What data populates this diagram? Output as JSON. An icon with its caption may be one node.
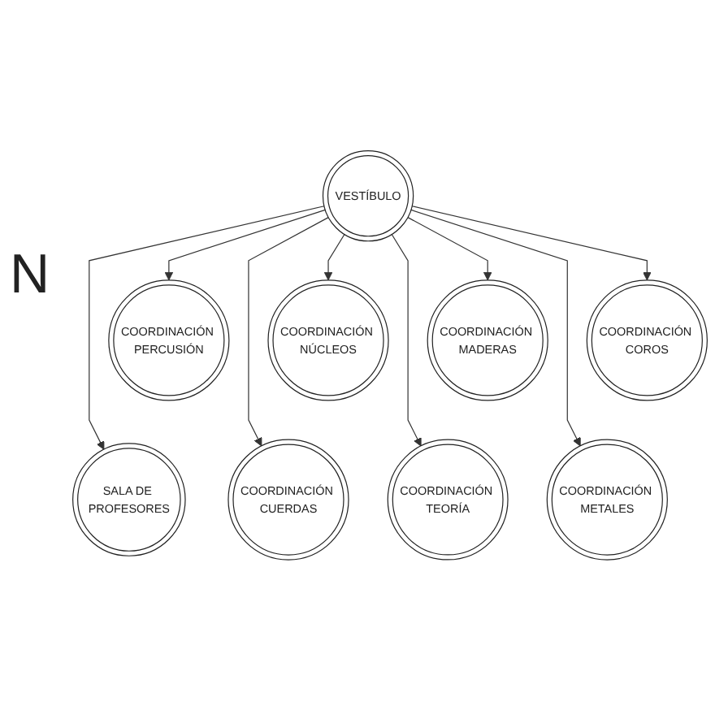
{
  "diagram": {
    "nodes": [
      {
        "text": [
          "VESTÍBULO"
        ]
      },
      {
        "text": [
          "COORDINACIÓN PERCUSIÓN"
        ]
      },
      {
        "text": [
          "COORDINACIÓN NÚCLEOS"
        ]
      },
      {
        "text": [
          "COORDINACIÓN TEORÍA"
        ]
      },
      {
        "text": [
          "COORDINACIÓN METALES"
        ]
      },
      {
        "text": [
          "SALA DE PROFESORES"
        ]
      },
      {
        "text": [
          "COORDINACIÓN CUERDAS"
        ]
      },
      {
        "text": [
          "COORDINACIÓN MADERAS"
        ]
      },
      {
        "text": [
          "COORDINACIÓN COROS"
        ]
      }
    ],
    "edges": [
      {
        "from": 0,
        "to": 1,
        "arrow": "to"
      },
      {
        "from": 0,
        "to": 2,
        "arrow": "to"
      },
      {
        "from": 0,
        "to": 3,
        "arrow": "to"
      },
      {
        "from": 0,
        "to": 4,
        "arrow": "to"
      },
      {
        "from": 0,
        "to": 5,
        "arrow": "to"
      },
      {
        "from": 0,
        "to": 6,
        "arrow": "to"
      },
      {
        "from": 0,
        "to": 7,
        "arrow": "to"
      },
      {
        "from": 0,
        "to": 8,
        "arrow": "to"
      }
    ],
    "labels": [
      "N"
    ]
  }
}
